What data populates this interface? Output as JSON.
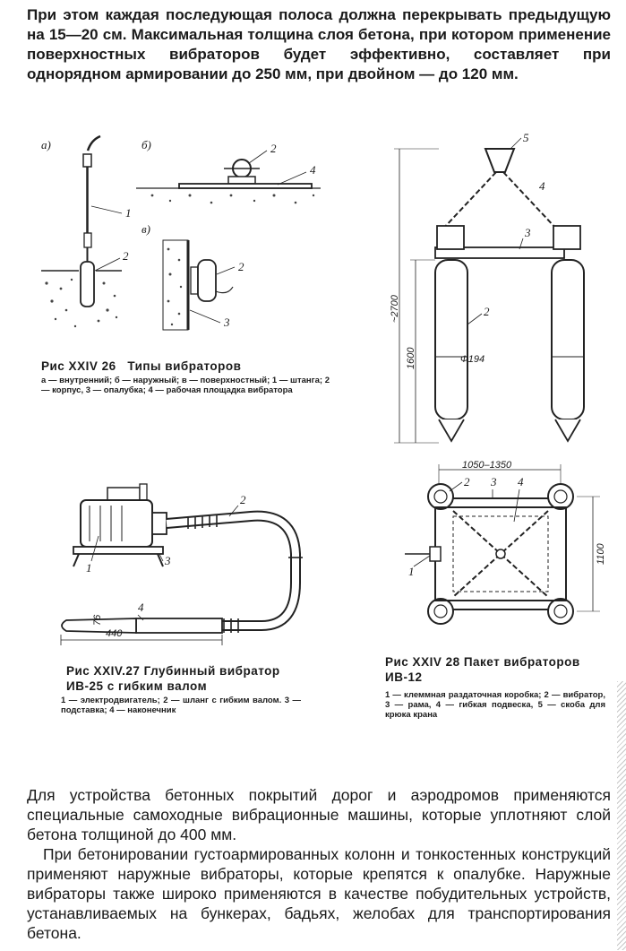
{
  "text": {
    "top_paragraph": "При этом каждая последующая полоса должна перекрывать предыдущую на 15—20 см. Максимальная толщина слоя бетона, при котором применение поверхностных вибраторов будет эффективно, составляет при однорядном армировании до 250 мм, при двойном — до 120 мм.",
    "bottom_paragraph_1": "Для устройства бетонных покрытий дорог и аэродромов применяются специальные самоходные вибрационные машины, которые уплотняют слой бетона толщиной до 400 мм.",
    "bottom_paragraph_2": "При бетонировании густоармированных колонн и тонкостенных конструкций применяют наружные вибраторы, которые крепятся к опалубке. Наружные вибраторы также широко применяются в качестве побудительных устройств, устанавливаемых на бункерах, бадьях, желобах для транспортирования бетона."
  },
  "fig26": {
    "title": "Рис XXIV 26   Типы вибраторов",
    "legend": "а — внутренний; б — наружный; в — поверхностный; 1 — штанга; 2 — корпус, 3 — опалубка; 4 — рабочая площадка вибратора",
    "label_a": "а)",
    "label_b": "б)",
    "label_v": "в)",
    "n1": "1",
    "n2a": "2",
    "n2b": "2",
    "n2c": "2",
    "n3": "3",
    "n4": "4"
  },
  "fig27": {
    "title": "Рис XXIV.27 Глубинный вибратор ИВ-25 с гибким валом",
    "legend": "1 — электродвигатель; 2 — шланг с гибким валом. 3 — подставка; 4 — наконечник",
    "n1": "1",
    "n2": "2",
    "n3": "3",
    "n4": "4",
    "dim_440": "440",
    "dim_76": "76"
  },
  "fig28": {
    "title": "Рис XXIV 28 Пакет вибраторов ИВ-12",
    "legend": "1 — клеммная раздаточная коробка; 2 — вибратор, 3 — рама, 4 — гибкая подвеска, 5 — скоба для крюка крана",
    "n1": "1",
    "n2a": "2",
    "n2b": "2",
    "n3a": "3",
    "n3b": "3",
    "n4a": "4",
    "n4b": "4",
    "n5": "5",
    "dim_2700": "~2700",
    "dim_1600": "1600",
    "dim_phi": "Ф194",
    "dim_width": "1050–1350",
    "dim_1100": "1100"
  }
}
